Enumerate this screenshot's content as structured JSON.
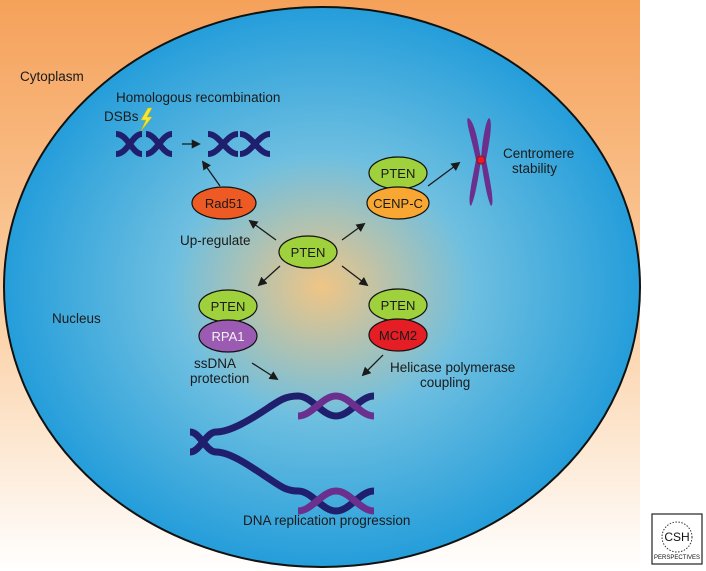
{
  "regions": {
    "cytoplasm": "Cytoplasm",
    "nucleus": "Nucleus"
  },
  "center": {
    "label": "PTEN"
  },
  "pathways": {
    "homologous_recombination": {
      "title": "Homologous recombination",
      "dsb_label": "DSBs",
      "protein": "Rad51",
      "arrow_label": "Up-regulate"
    },
    "centromere": {
      "complex": [
        "PTEN",
        "CENP-C"
      ],
      "outcome_line1": "Centromere",
      "outcome_line2": "stability"
    },
    "ssdna": {
      "complex": [
        "PTEN",
        "RPA1"
      ],
      "outcome_line1": "ssDNA",
      "outcome_line2": "protection"
    },
    "helicase": {
      "complex": [
        "PTEN",
        "MCM2"
      ],
      "outcome_line1": "Helicase polymerase",
      "outcome_line2": "coupling"
    }
  },
  "dna_replication": {
    "label": "DNA replication progression"
  },
  "logo": {
    "text_top": "CSH",
    "text_bottom": "PERSPECTIVES"
  },
  "colors": {
    "pten": "#9fd13c",
    "rad51": "#ee5a24",
    "cenpc": "#f8a733",
    "rpa1": "#9b5bb3",
    "mcm2": "#e41e24",
    "dna_dark": "#1f1f6e",
    "dna_new": "#6b2f8e",
    "chromosome": "#6b2f8e",
    "nucleus_edge": "#1e9ad9",
    "cytoplasm_top": "#f6a25a"
  }
}
